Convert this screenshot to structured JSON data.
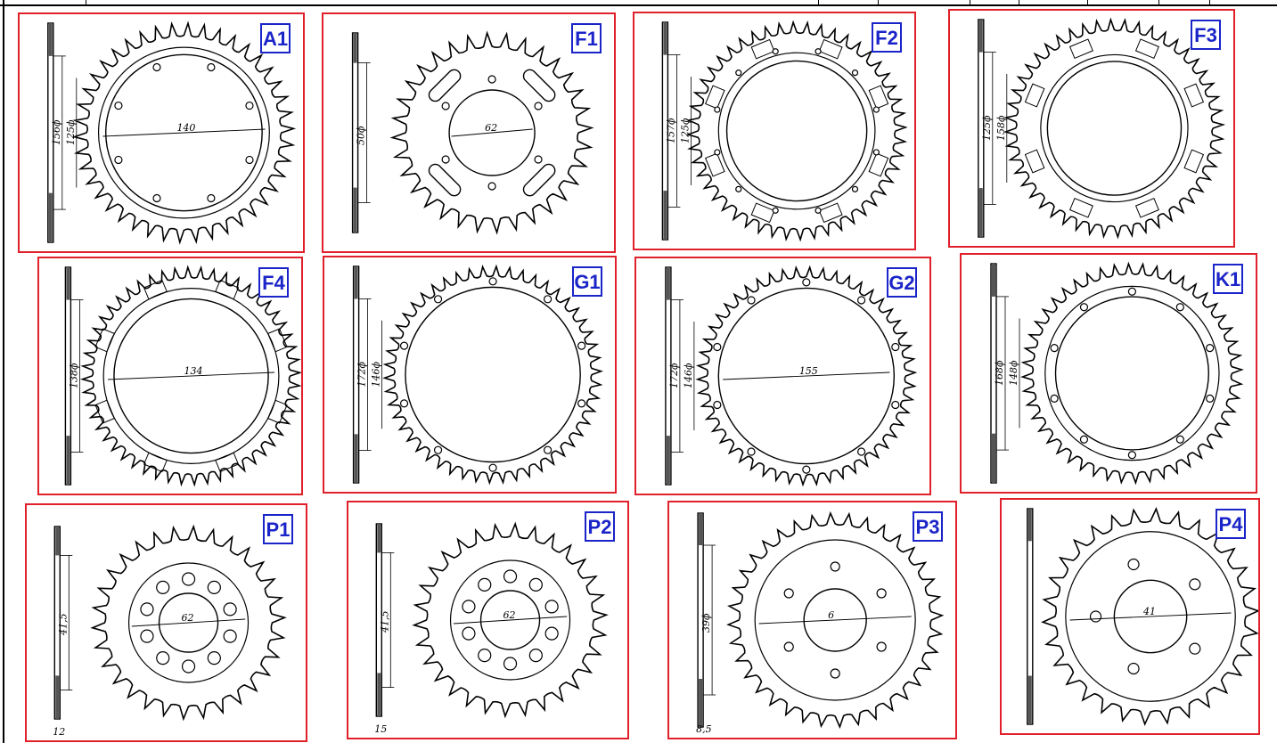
{
  "panels": [
    {
      "code": "A1",
      "teeth": 42,
      "outer": 136,
      "root": 121,
      "inner": 97,
      "ring": 106,
      "holes": {
        "n": 8,
        "r": 88,
        "size": 4
      },
      "vlabel1": "156ϕ",
      "vlabel2": "125ϕ",
      "dim": "140"
    },
    {
      "code": "F1",
      "teeth": 32,
      "outer": 112,
      "root": 97,
      "inner": 48,
      "ring": 0,
      "holes": {
        "n": 6,
        "r": 60,
        "size": 4
      },
      "slots": true,
      "vlabel1": "50ϕ",
      "dim": "62"
    },
    {
      "code": "F2",
      "teeth": 48,
      "outer": 132,
      "root": 120,
      "inner": 85,
      "ring": 95,
      "holes": {
        "n": 12,
        "r": 100,
        "size": 3
      },
      "windows": true,
      "vlabel1": "157ϕ",
      "vlabel2": "125ϕ"
    },
    {
      "code": "F3",
      "teeth": 48,
      "outer": 130,
      "root": 118,
      "inner": 80,
      "ring": 88,
      "holes": {
        "n": 0,
        "r": 0,
        "size": 0
      },
      "windows": true,
      "vlabel1": "125ϕ",
      "vlabel2": "158ϕ"
    },
    {
      "code": "F4",
      "teeth": 52,
      "outer": 124,
      "root": 113,
      "inner": 88,
      "ring": 100,
      "holes": {
        "n": 0,
        "r": 0,
        "size": 0
      },
      "windows": true,
      "vlabel1": "138ϕ",
      "dim": "134"
    },
    {
      "code": "G1",
      "teeth": 50,
      "outer": 130,
      "root": 119,
      "inner": 105,
      "ring": 0,
      "holes": {
        "n": 10,
        "r": 112,
        "size": 4
      },
      "vlabel1": "172ϕ",
      "vlabel2": "146ϕ"
    },
    {
      "code": "G2",
      "teeth": 50,
      "outer": 130,
      "root": 119,
      "inner": 105,
      "ring": 0,
      "holes": {
        "n": 10,
        "r": 112,
        "size": 4
      },
      "vlabel1": "172ϕ",
      "vlabel2": "146ϕ",
      "dim": "155"
    },
    {
      "code": "K1",
      "teeth": 48,
      "outer": 126,
      "root": 115,
      "inner": 88,
      "ring": 100,
      "holes": {
        "n": 10,
        "r": 94,
        "size": 4
      },
      "vlabel1": "168ϕ",
      "vlabel2": "148ϕ"
    },
    {
      "code": "P1",
      "teeth": 30,
      "outer": 108,
      "root": 94,
      "inner": 33,
      "ring": 67,
      "holes": {
        "n": 10,
        "r": 49,
        "size": 7
      },
      "vlabel1": "41,5",
      "dim": "62",
      "width": "12"
    },
    {
      "code": "P2",
      "teeth": 30,
      "outer": 108,
      "root": 94,
      "inner": 33,
      "ring": 67,
      "holes": {
        "n": 10,
        "r": 49,
        "size": 7
      },
      "vlabel1": "41,5",
      "dim": "62",
      "width": "15"
    },
    {
      "code": "P3",
      "teeth": 36,
      "outer": 120,
      "root": 108,
      "inner": 35,
      "ring": 90,
      "holes": {
        "n": 6,
        "r": 60,
        "size": 5
      },
      "vlabel1": "39ϕ",
      "dim": "6",
      "width": "8,5"
    },
    {
      "code": "P4",
      "teeth": 30,
      "outer": 122,
      "root": 108,
      "inner": 41,
      "ring": 96,
      "holes": {
        "n": 5,
        "r": 62,
        "size": 6
      },
      "dim": "41"
    }
  ]
}
